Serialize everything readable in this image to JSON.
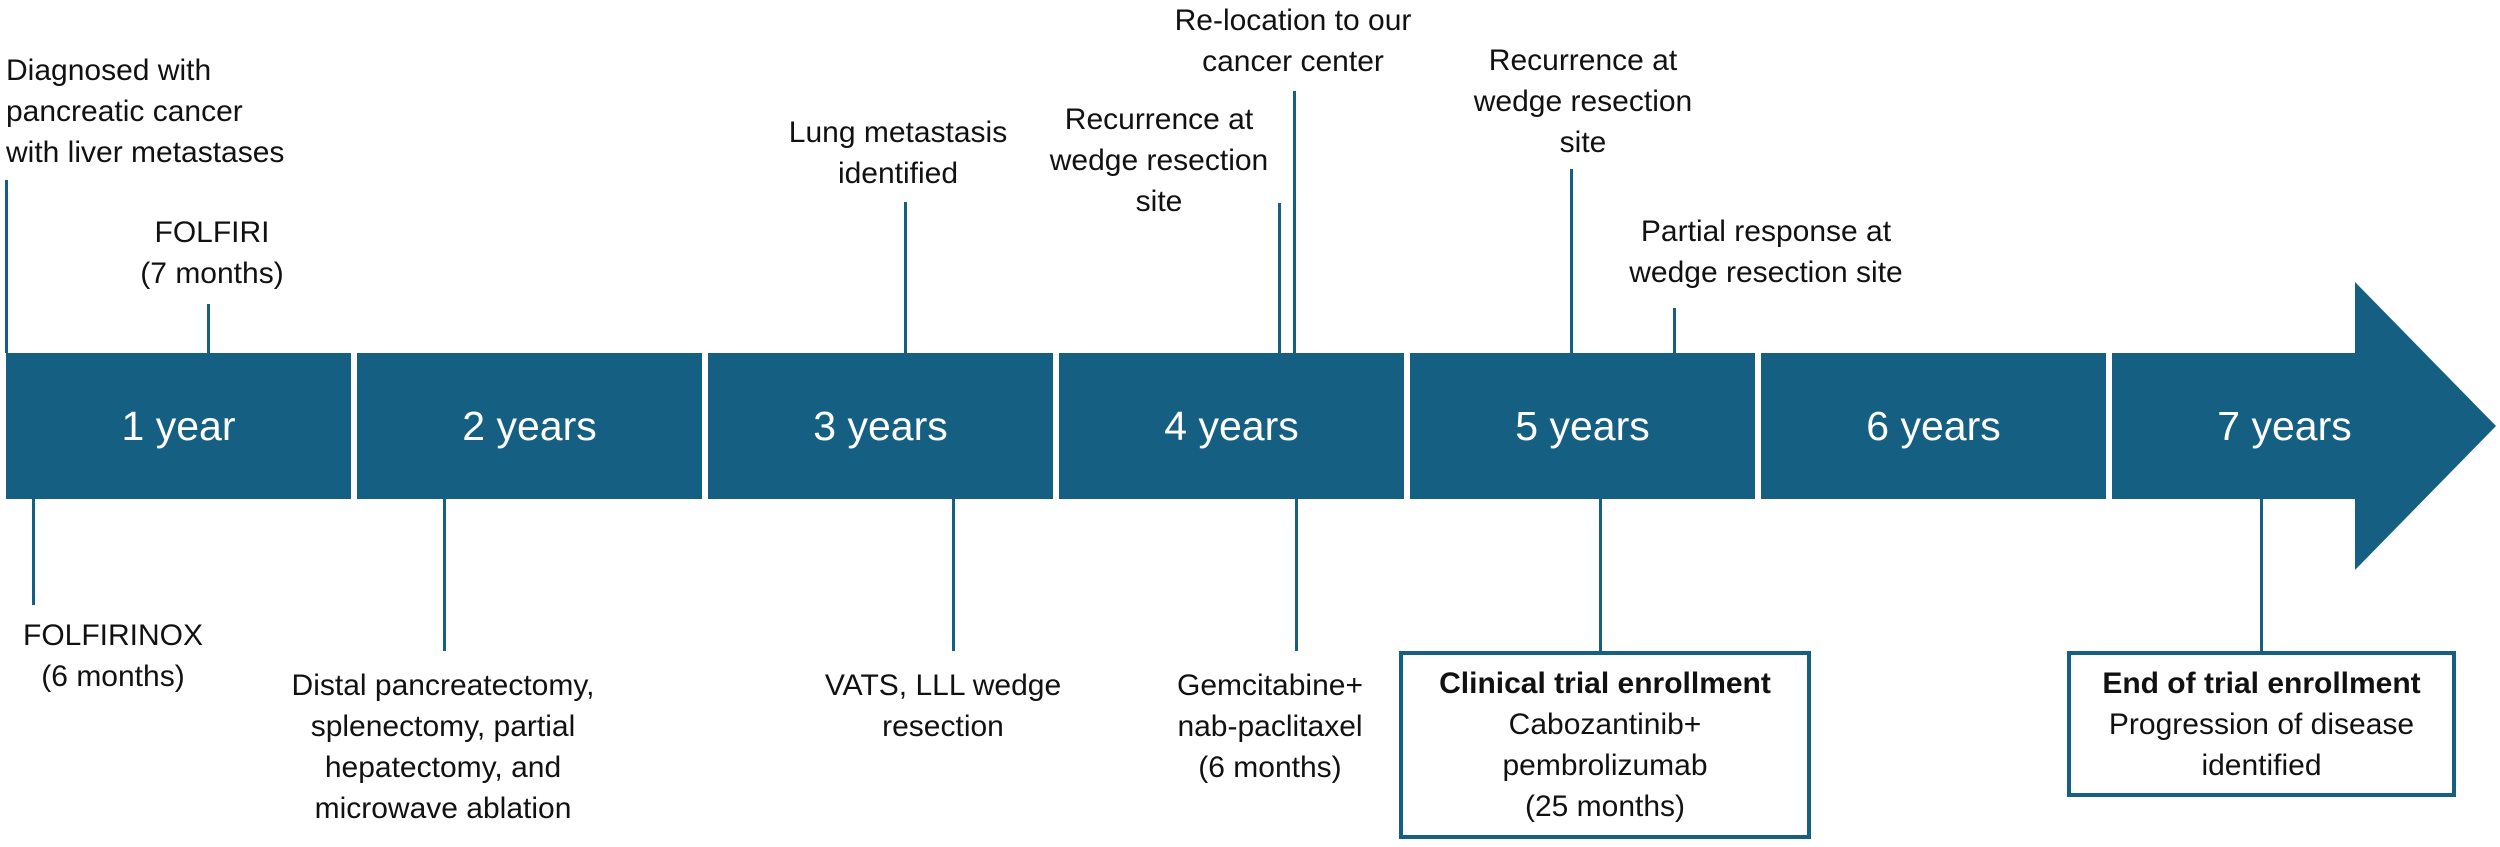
{
  "timeline": {
    "color": "#155f82",
    "segments": [
      {
        "label": "1 year"
      },
      {
        "label": "2 years"
      },
      {
        "label": "3 years"
      },
      {
        "label": "4 years"
      },
      {
        "label": "5 years"
      },
      {
        "label": "6 years"
      },
      {
        "label": "7 years"
      }
    ]
  },
  "events_above": [
    {
      "lines": [
        "Diagnosed with",
        "pancreatic cancer",
        "with liver metastases"
      ]
    },
    {
      "lines": [
        "FOLFIRI",
        "(7 months)"
      ]
    },
    {
      "lines": [
        "Lung metastasis",
        "identified"
      ]
    },
    {
      "lines": [
        "Recurrence at",
        "wedge resection",
        "site"
      ]
    },
    {
      "lines": [
        "Re-location to our",
        "cancer center"
      ]
    },
    {
      "lines": [
        "Recurrence at",
        "wedge resection",
        "site"
      ]
    },
    {
      "lines": [
        "Partial response at",
        "wedge resection site"
      ]
    }
  ],
  "events_below": [
    {
      "lines": [
        "FOLFIRINOX",
        "(6 months)"
      ]
    },
    {
      "lines": [
        "Distal pancreatectomy,",
        "splenectomy, partial",
        "hepatectomy, and",
        "microwave ablation"
      ]
    },
    {
      "lines": [
        "VATS, LLL wedge",
        "resection"
      ]
    },
    {
      "lines": [
        "Gemcitabine+",
        "nab-paclitaxel",
        "(6 months)"
      ]
    }
  ],
  "boxes": [
    {
      "title": "Clinical trial enrollment",
      "lines": [
        "Cabozantinib+",
        "pembrolizumab",
        "(25 months)"
      ]
    },
    {
      "title": "End of trial enrollment",
      "lines": [
        "Progression of disease",
        "identified"
      ]
    }
  ]
}
